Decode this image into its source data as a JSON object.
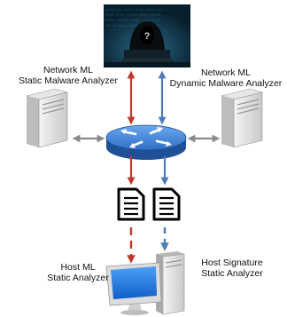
{
  "labels": {
    "network_static_line1": "Network ML",
    "network_static_line2": "Static Malware Analyzer",
    "network_dynamic_line1": "Network ML",
    "network_dynamic_line2": "Dynamic Malware Analyzer",
    "host_ml_line1": "Host ML",
    "host_ml_line2": "Static Analyzer",
    "host_sig_line1": "Host Signature",
    "host_sig_line2": "Static Analyzer"
  },
  "icons": {
    "attacker": "hacker-icon",
    "router": "router-icon",
    "server": "server-icon",
    "document": "document-icon",
    "computer": "desktop-computer-icon"
  },
  "colors": {
    "red_arrow": "#c0392b",
    "blue_arrow": "#4a7bb7",
    "gray_arrow": "#8a8a8a",
    "router_blue": "#3c78c8",
    "screen_blue": "#1f6fd0",
    "hacker_bg": "#0d2a3d"
  }
}
